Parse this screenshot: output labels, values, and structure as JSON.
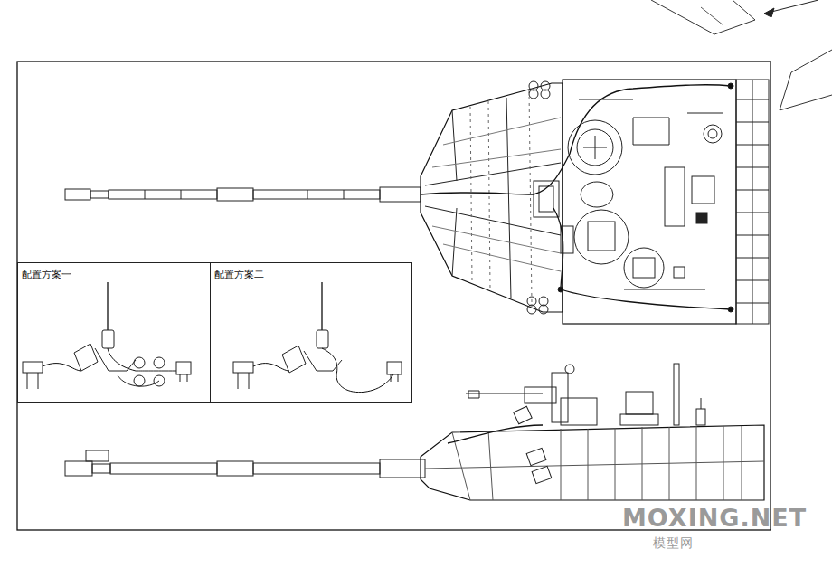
{
  "diagram": {
    "nodes": [
      {
        "text": [
          "配置方案一"
        ]
      },
      {
        "text": [
          "配置方案二"
        ]
      }
    ],
    "labels": [
      "MOXING.NET",
      "模型网"
    ]
  }
}
